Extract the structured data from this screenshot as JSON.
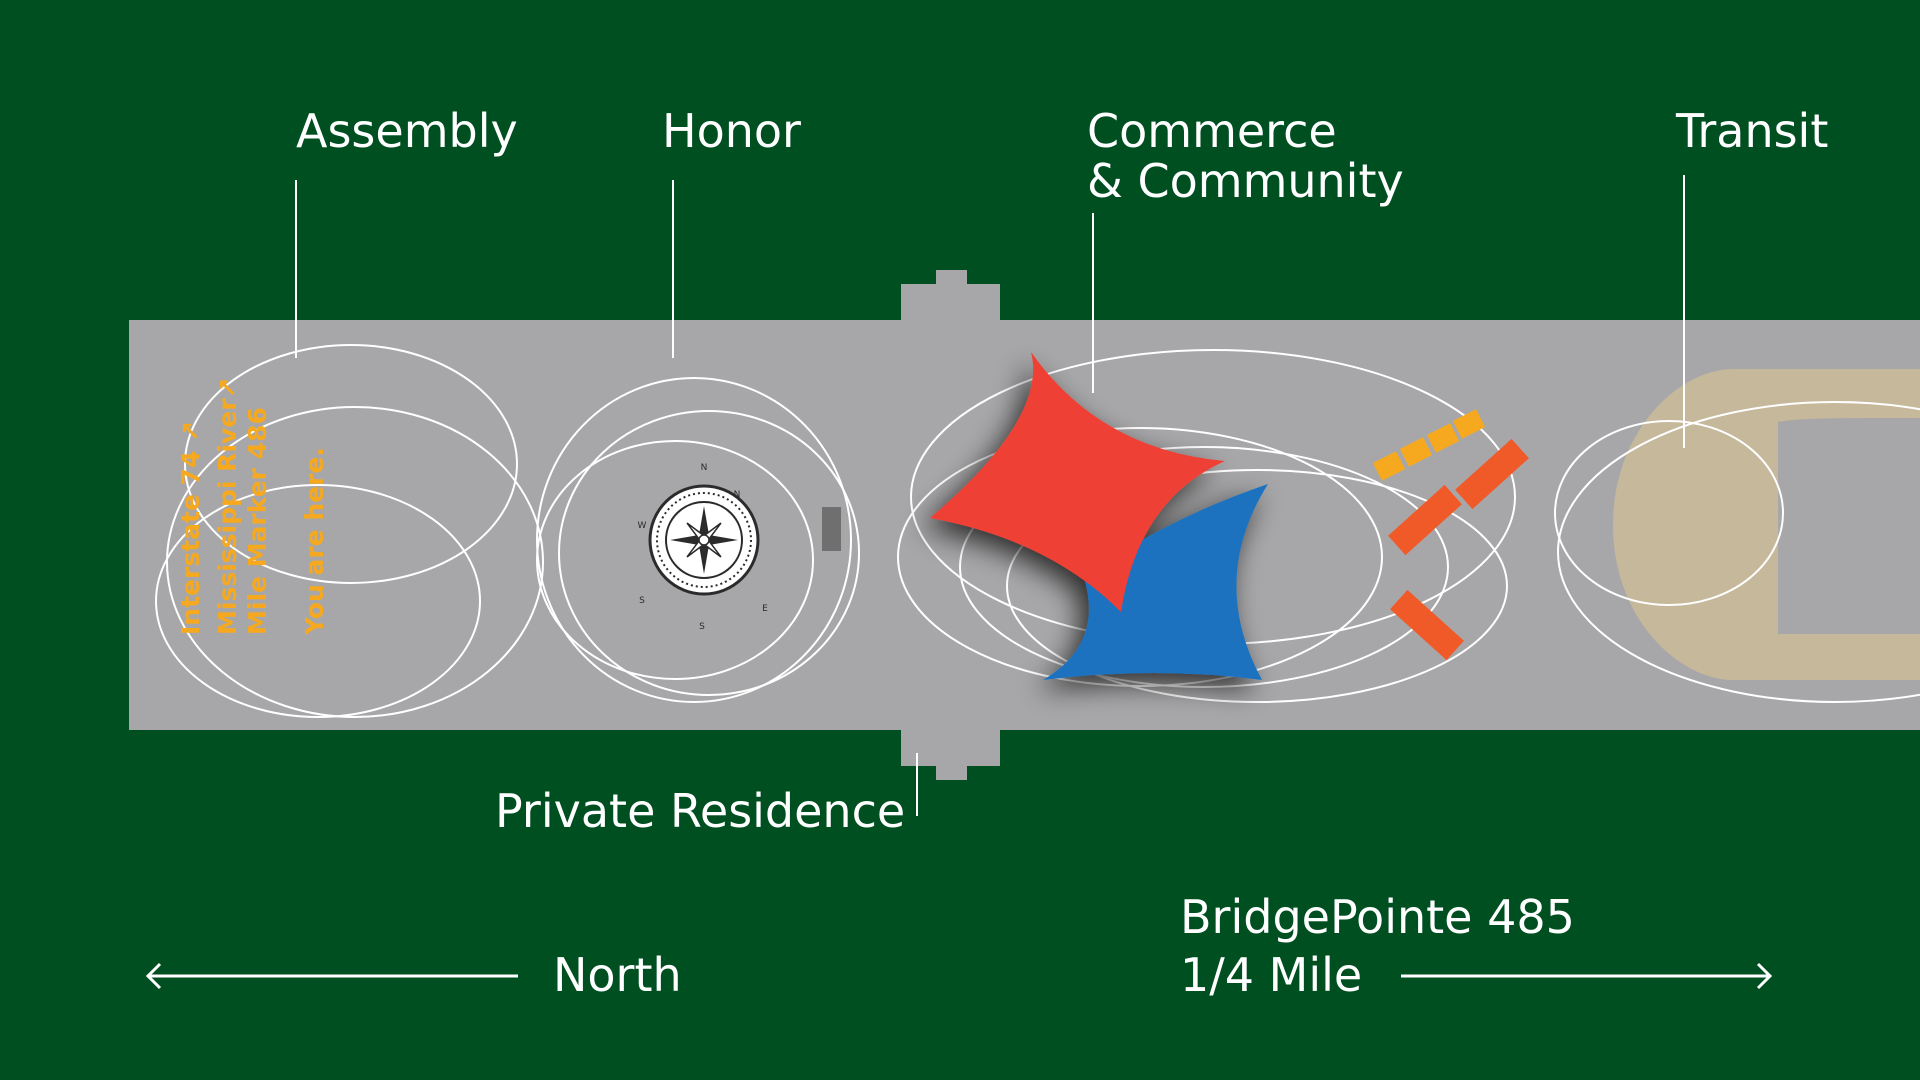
{
  "zones": {
    "assembly": "Assembly",
    "honor": "Honor",
    "commerce_line1": "Commerce",
    "commerce_line2": "& Community",
    "transit": "Transit"
  },
  "private_residence": "Private Residence",
  "you_are_here": {
    "interstate": "Interstate 74",
    "river": "Mississippi River",
    "mile_marker": "Mile Marker 486",
    "here": "You are here.",
    "arrow_glyph": "↗"
  },
  "compass": {
    "n": "N",
    "e": "E",
    "s": "S",
    "w": "W",
    "nw": "N",
    "se": "S"
  },
  "directions": {
    "north": "North",
    "destination_line1": "BridgePointe 485",
    "destination_line2": "1/4 Mile"
  },
  "colors": {
    "background": "#004f21",
    "trail": "#a7a7a9",
    "sail_red": "#ee4136",
    "sail_blue": "#1e72bf",
    "marker_yellow": "#f6a91e",
    "bench_orange": "#f05a28",
    "transit_loop": "#c5b89b",
    "outline": "#ffffff"
  }
}
